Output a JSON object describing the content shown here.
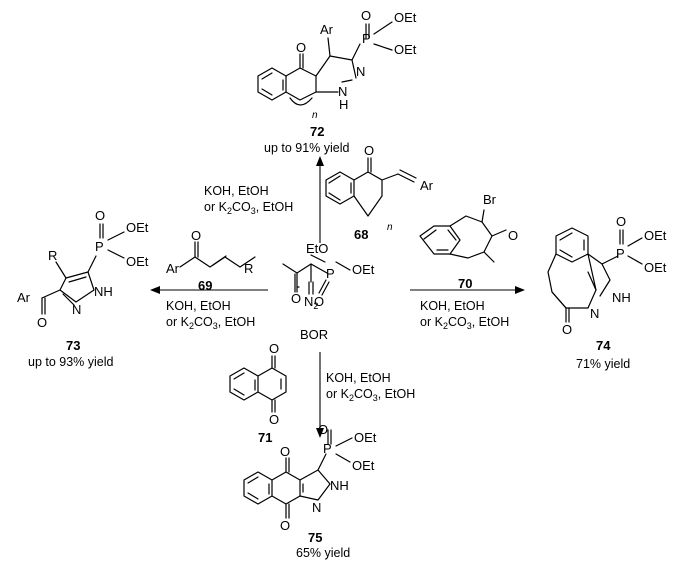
{
  "center": {
    "reagent": "BOR",
    "atoms": {
      "oet1": "EtO",
      "oet2": "OEt",
      "p": "P",
      "o1": "O",
      "o2": "O",
      "n2": "N",
      "n2sub": "2"
    }
  },
  "conditions": {
    "up": {
      "line1": "KOH, EtOH",
      "line2_pre": "or K",
      "line2_sub1": "2",
      "line2_mid": "CO",
      "line2_sub2": "3",
      "line2_post": ", EtOH"
    },
    "left": {
      "line1": "KOH, EtOH",
      "line2_pre": "or K",
      "line2_sub1": "2",
      "line2_mid": "CO",
      "line2_sub2": "3",
      "line2_post": ", EtOH"
    },
    "right": {
      "line1": "KOH, EtOH",
      "line2_pre": "or K",
      "line2_sub1": "2",
      "line2_mid": "CO",
      "line2_sub2": "3",
      "line2_post": ", EtOH"
    },
    "down": {
      "line1": "KOH, EtOH",
      "line2_pre": "or K",
      "line2_sub1": "2",
      "line2_mid": "CO",
      "line2_sub2": "3",
      "line2_post": ", EtOH"
    }
  },
  "substrates": {
    "s68": {
      "number": "68",
      "ar": "Ar",
      "o": "O",
      "n": "n"
    },
    "s69": {
      "number": "69",
      "ar": "Ar",
      "o": "O",
      "r": "R"
    },
    "s70": {
      "number": "70",
      "br": "Br",
      "o": "O"
    },
    "s71": {
      "number": "71",
      "o1": "O",
      "o2": "O"
    }
  },
  "products": {
    "p72": {
      "number": "72",
      "yield": "up to 91% yield",
      "ar": "Ar",
      "o": "O",
      "p": "P",
      "po": "O",
      "oet1": "OEt",
      "oet2": "OEt",
      "n1": "N",
      "n2": "N",
      "h": "H",
      "n": "n"
    },
    "p73": {
      "number": "73",
      "yield": "up to 93% yield",
      "ar": "Ar",
      "o": "O",
      "r": "R",
      "p": "P",
      "po": "O",
      "oet1": "OEt",
      "oet2": "OEt",
      "nh": "NH",
      "n": "N"
    },
    "p74": {
      "number": "74",
      "yield": "71% yield",
      "o": "O",
      "p": "P",
      "po": "O",
      "oet1": "OEt",
      "oet2": "OEt",
      "nh": "NH",
      "n": "N"
    },
    "p75": {
      "number": "75",
      "yield": "65% yield",
      "o1": "O",
      "o2": "O",
      "p": "P",
      "po": "O",
      "oet1": "OEt",
      "oet2": "OEt",
      "nh": "NH",
      "n": "N"
    }
  }
}
